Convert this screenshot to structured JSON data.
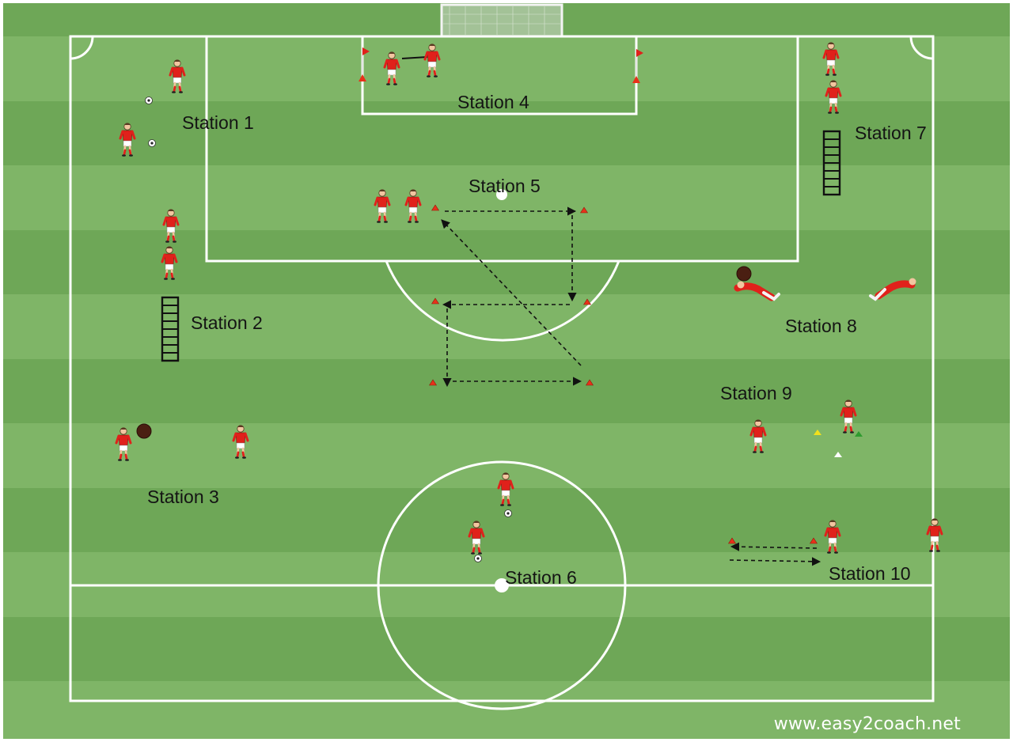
{
  "stations": [
    {
      "id": "station-1",
      "label": "Station 1"
    },
    {
      "id": "station-2",
      "label": "Station 2"
    },
    {
      "id": "station-3",
      "label": "Station 3"
    },
    {
      "id": "station-4",
      "label": "Station 4"
    },
    {
      "id": "station-5",
      "label": "Station 5"
    },
    {
      "id": "station-6",
      "label": "Station 6"
    },
    {
      "id": "station-7",
      "label": "Station 7"
    },
    {
      "id": "station-8",
      "label": "Station 8"
    },
    {
      "id": "station-9",
      "label": "Station 9"
    },
    {
      "id": "station-10",
      "label": "Station 10"
    }
  ],
  "watermark": "www.easy2coach.net",
  "colors": {
    "grass_light": "#7fb567",
    "grass_dark": "#6ea757",
    "lines": "#ffffff",
    "player_shirt": "#e0211b",
    "cone_red": "#e8311a",
    "cone_yellow": "#f2e01c",
    "cone_green": "#2f9b2f",
    "ladder": "#111111",
    "medicine_ball": "#4a1f12"
  }
}
